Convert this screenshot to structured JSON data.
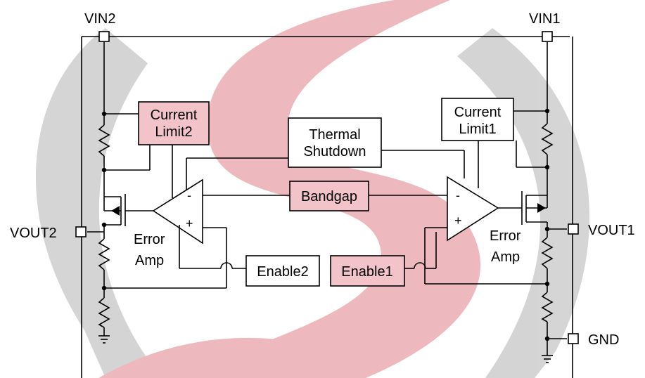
{
  "pins": {
    "vin2": "VIN2",
    "vin1": "VIN1",
    "vout2": "VOUT2",
    "vout1": "VOUT1",
    "gnd": "GND"
  },
  "blocks": {
    "current_limit2": [
      "Current",
      "Limit2"
    ],
    "current_limit1": [
      "Current",
      "Limit1"
    ],
    "thermal_shutdown": [
      "Thermal",
      "Shutdown"
    ],
    "bandgap": "Bandgap",
    "enable2": "Enable2",
    "enable1": "Enable1"
  },
  "amps": {
    "left": [
      "Error",
      "Amp"
    ],
    "right": [
      "Error",
      "Amp"
    ],
    "minus": "-",
    "plus": "+"
  },
  "colors": {
    "line": "#000000",
    "highlight_fill": "#f2c4c9",
    "watermark_red": "#e8a3aa",
    "watermark_gray": "#c9c9c9"
  }
}
